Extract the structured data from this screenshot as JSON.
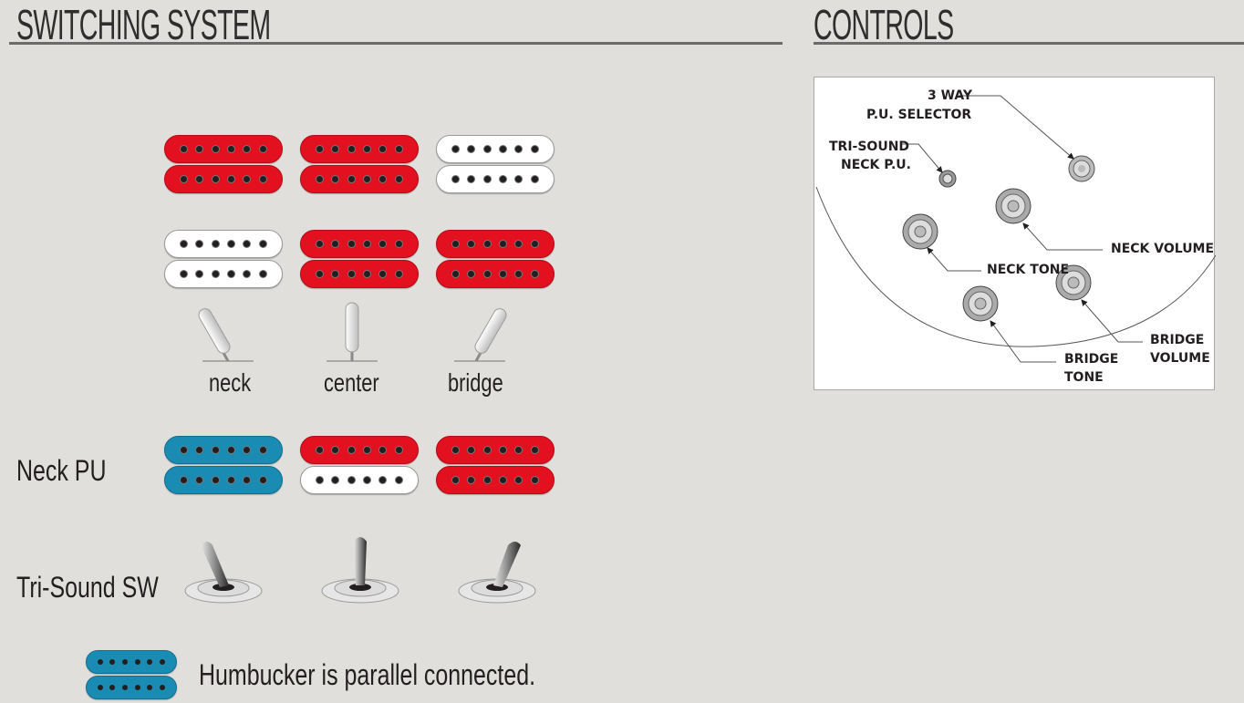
{
  "switching_system": {
    "title": "SWITCHING SYSTEM",
    "rows": [
      {
        "row_label": "",
        "pickups": [
          {
            "position": "neck",
            "top_coil": "red",
            "bottom_coil": "red"
          },
          {
            "position": "center",
            "top_coil": "red",
            "bottom_coil": "red"
          },
          {
            "position": "bridge",
            "top_coil": "white",
            "bottom_coil": "white"
          }
        ]
      },
      {
        "row_label": "",
        "pickups": [
          {
            "position": "neck",
            "top_coil": "white",
            "bottom_coil": "white"
          },
          {
            "position": "center",
            "top_coil": "red",
            "bottom_coil": "red"
          },
          {
            "position": "bridge",
            "top_coil": "red",
            "bottom_coil": "red"
          }
        ]
      }
    ],
    "selector_positions": [
      "neck",
      "center",
      "bridge"
    ],
    "neck_pu": {
      "label": "Neck PU",
      "pickups": [
        {
          "top_coil": "blue",
          "bottom_coil": "blue"
        },
        {
          "top_coil": "red",
          "bottom_coil": "white"
        },
        {
          "top_coil": "red",
          "bottom_coil": "red"
        }
      ]
    },
    "tri_sound": {
      "label": "Tri-Sound SW",
      "positions": [
        "left",
        "center",
        "right"
      ]
    },
    "legend": {
      "text": "Humbucker is parallel connected.",
      "color": "blue"
    },
    "colors": {
      "red": "#e3101f",
      "white": "#ffffff",
      "blue": "#1a8bb3"
    }
  },
  "controls": {
    "title": "CONTROLS",
    "labels": {
      "selector_line1": "3 WAY",
      "selector_line2": "P.U. SELECTOR",
      "trisound_line1": "TRI-SOUND",
      "trisound_line2": "NECK P.U.",
      "neck_volume": "NECK VOLUME",
      "neck_tone": "NECK TONE",
      "bridge_volume_line1": "BRIDGE",
      "bridge_volume_line2": "VOLUME",
      "bridge_tone_line1": "BRIDGE",
      "bridge_tone_line2": "TONE"
    }
  }
}
